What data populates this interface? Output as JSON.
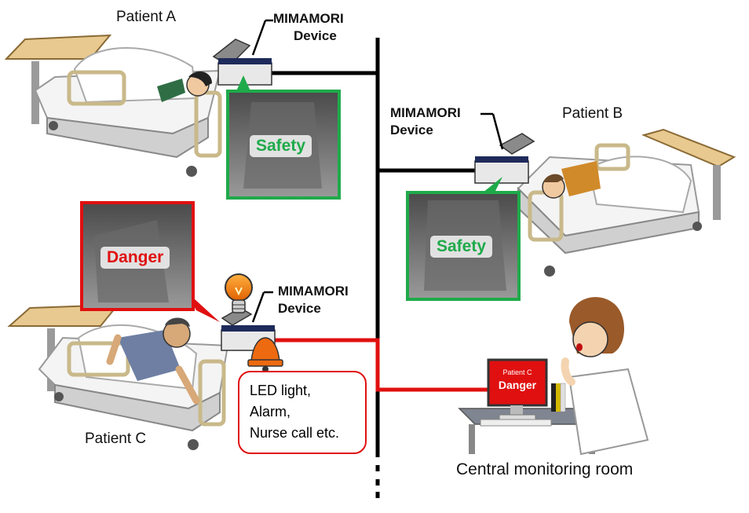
{
  "patients": {
    "a": {
      "label": "Patient A",
      "status": "Safety"
    },
    "b": {
      "label": "Patient B",
      "status": "Safety"
    },
    "c": {
      "label": "Patient C",
      "status": "Danger"
    }
  },
  "device": {
    "line1": "MIMAMORI",
    "line2": "Device"
  },
  "alerts": {
    "line1": "LED light,",
    "line2": "Alarm,",
    "line3": "Nurse call etc."
  },
  "monitor": {
    "patient": "Patient C",
    "status": "Danger"
  },
  "room": {
    "label": "Central monitoring room"
  },
  "colors": {
    "safety": "#1faa4a",
    "danger": "#e01010",
    "network": "#000000"
  }
}
